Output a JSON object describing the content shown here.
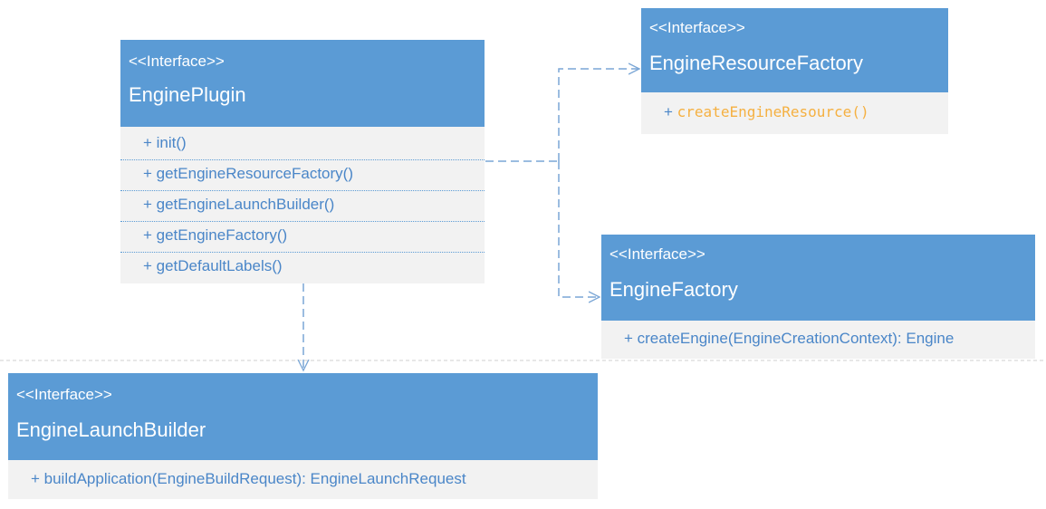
{
  "boxes": {
    "engine_plugin": {
      "stereotype": "<<Interface>>",
      "name": "EnginePlugin",
      "methods": [
        "+ init()",
        "+ getEngineResourceFactory()",
        "+ getEngineLaunchBuilder()",
        "+ getEngineFactory()",
        "+ getDefaultLabels()"
      ]
    },
    "engine_resource_factory": {
      "stereotype": "<<Interface>>",
      "name": "EngineResourceFactory",
      "method_prefix": "+ ",
      "method": "createEngineResource()"
    },
    "engine_factory": {
      "stereotype": "<<Interface>>",
      "name": "EngineFactory",
      "method": "+ createEngine(EngineCreationContext): Engine"
    },
    "engine_launch_builder": {
      "stereotype": "<<Interface>>",
      "name": "EngineLaunchBuilder",
      "method": "+ buildApplication(EngineBuildRequest): EngineLaunchRequest"
    }
  },
  "colors": {
    "header": "#5b9bd5",
    "body": "#f2f2f2",
    "method_text": "#4a86c8",
    "highlight_method": "#f5b041",
    "connector": "#7aa6d6"
  }
}
